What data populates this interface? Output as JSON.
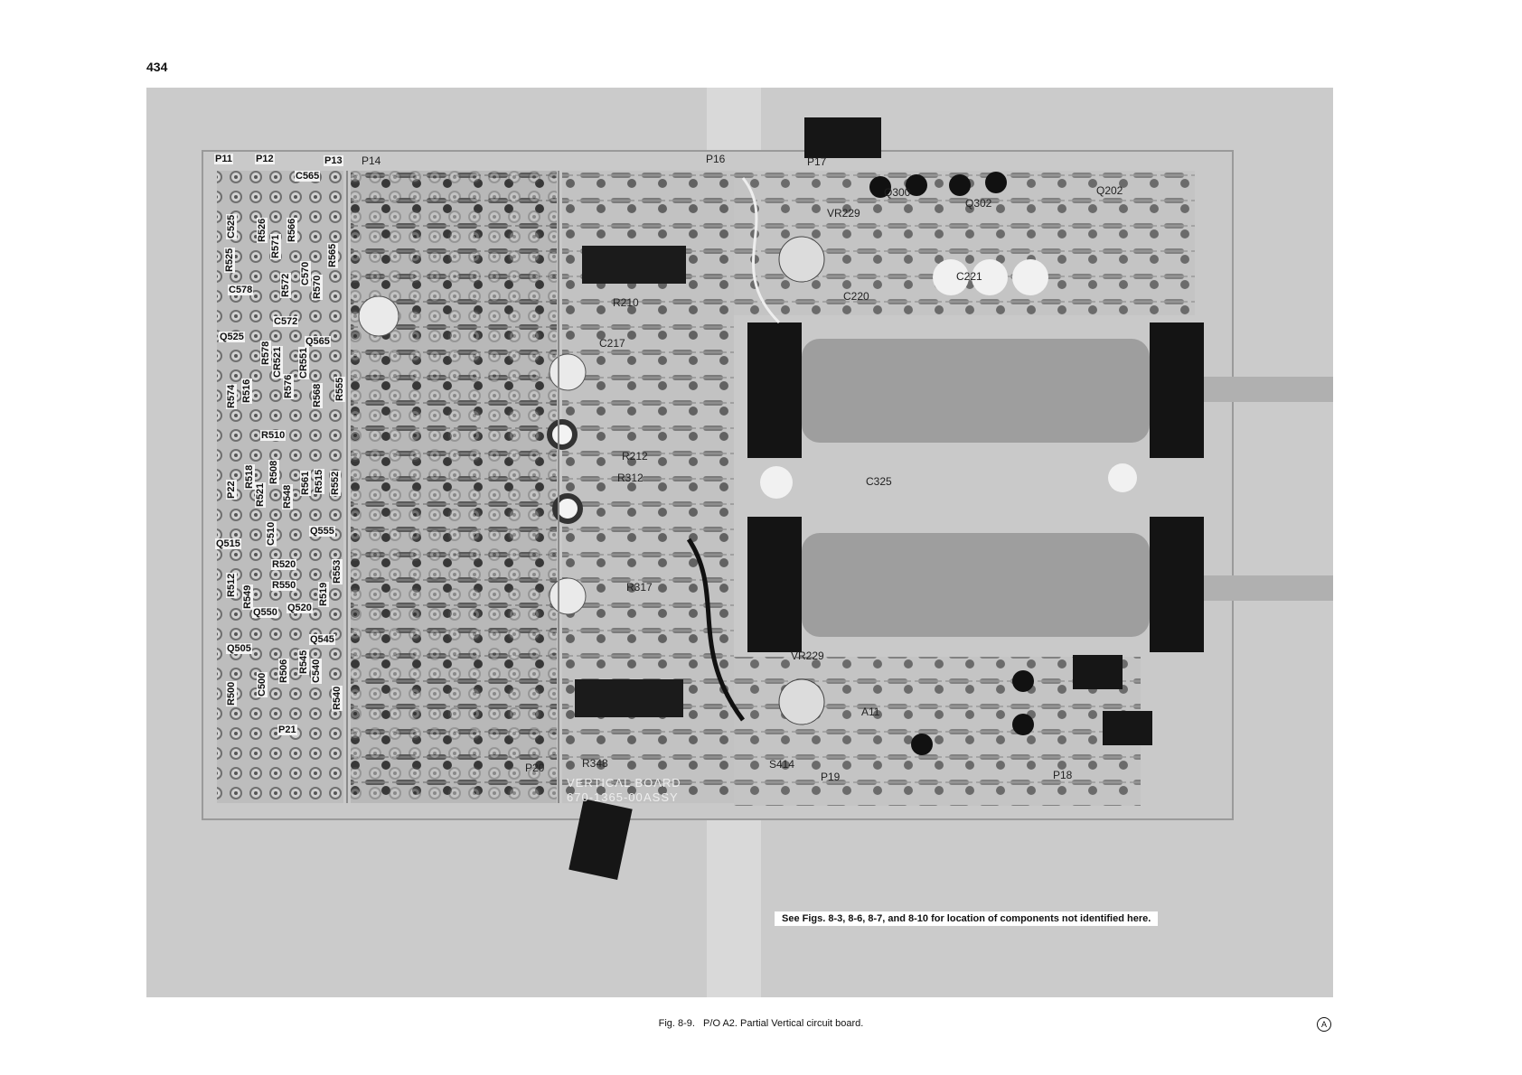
{
  "page": {
    "number": "434"
  },
  "figure": {
    "number": "Fig. 8-9.",
    "title": "P/O A2. Partial Vertical circuit board.",
    "revision_mark": "A"
  },
  "note": "See Figs. 8-3, 8-6, 8-7, and 8-10 for location of components not identified here.",
  "board": {
    "silkscreen": [
      "VERTICAL BOARD",
      "670-1365-00",
      "ASSY"
    ]
  },
  "connectors": [
    "P11",
    "P12",
    "P13",
    "P14",
    "P16",
    "P17",
    "P18",
    "P19",
    "P20",
    "P21",
    "P22"
  ],
  "component_labels": {
    "left_column": [
      "C565",
      "C525",
      "R526",
      "R571",
      "R566",
      "R525",
      "C578",
      "R572",
      "C570",
      "R570",
      "R565",
      "C572",
      "Q525",
      "R578",
      "Q565",
      "CR521",
      "CR551",
      "R574",
      "R516",
      "R576",
      "R568",
      "R555",
      "P22",
      "R518",
      "R521",
      "R508",
      "R510",
      "R548",
      "R561",
      "R515",
      "R552",
      "Q515",
      "C510",
      "Q555",
      "R520",
      "R512",
      "R549",
      "R550",
      "Q520",
      "R519",
      "R553",
      "Q550",
      "Q505",
      "Q545",
      "R506",
      "R545",
      "C540",
      "R500",
      "C500",
      "R540"
    ],
    "right_area": [
      "VR229",
      "Q300",
      "Q302",
      "Q202",
      "C221",
      "C220",
      "R210",
      "C217",
      "R212",
      "R312",
      "C325",
      "R317",
      "VR229",
      "R348",
      "S414",
      "A11"
    ]
  },
  "colors": {
    "photo_bg": "#cfcfcf",
    "board": "#bdbdbd",
    "dark": "#1a1a1a"
  }
}
